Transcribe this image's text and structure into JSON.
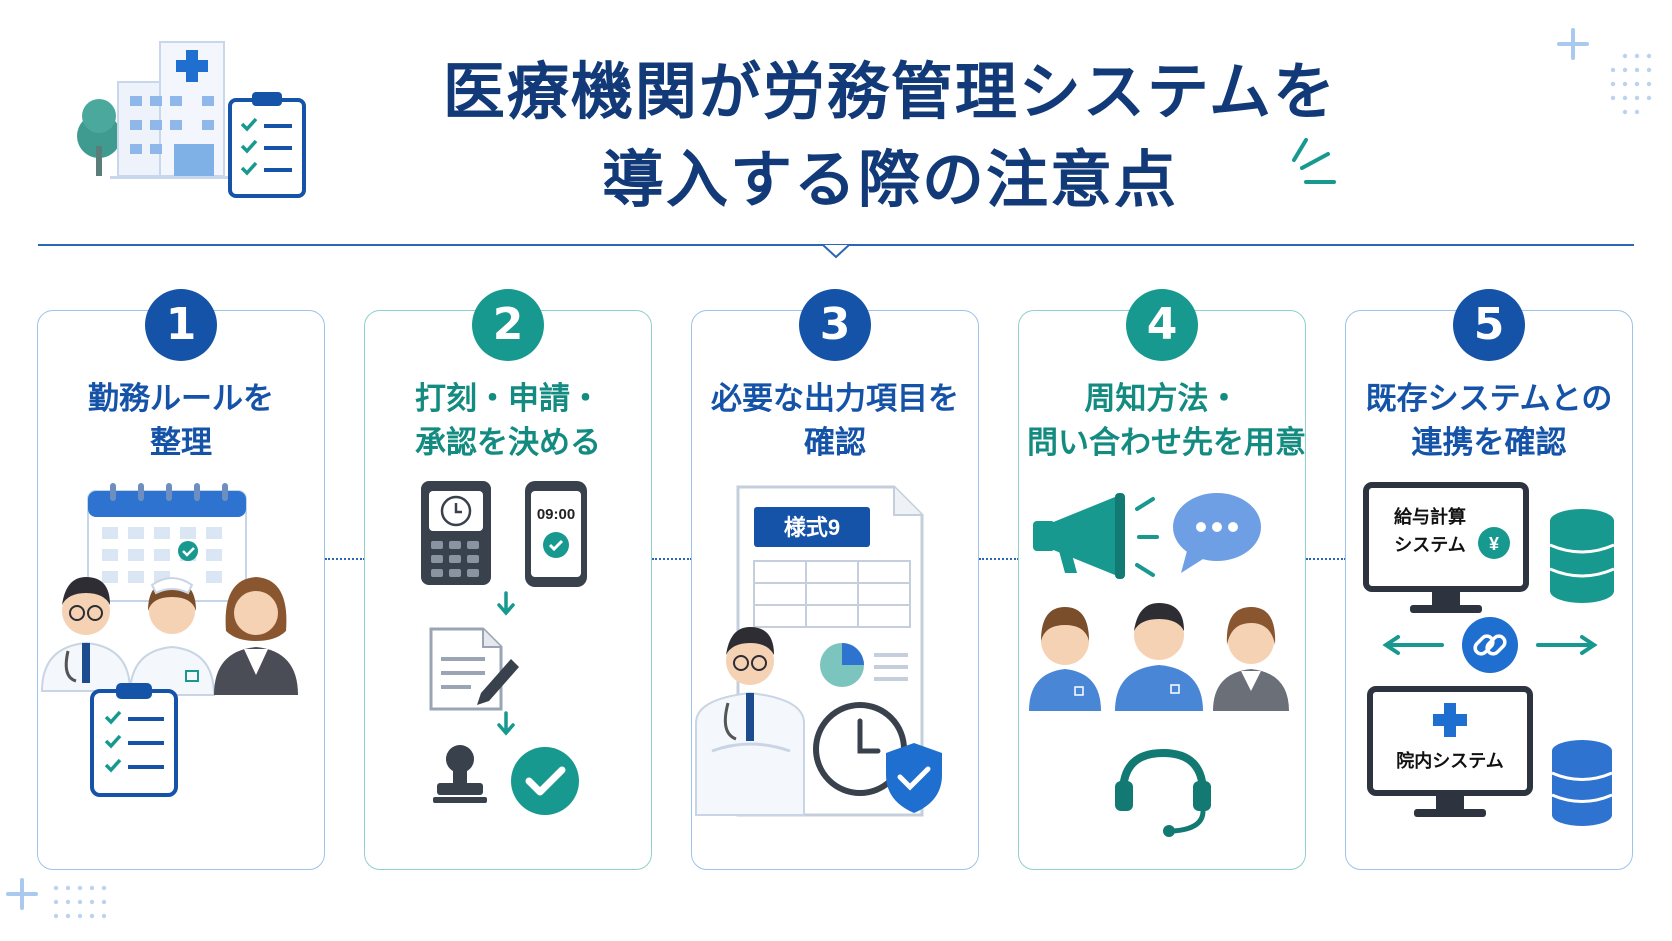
{
  "title": {
    "line1": "医療機関が労務管理システムを",
    "line2": "導入する際の注意点"
  },
  "steps": [
    {
      "number": "1",
      "title_lines": [
        "勤務ルールを",
        "整理"
      ]
    },
    {
      "number": "2",
      "title_lines": [
        "打刻・申請・",
        "承認を決める"
      ],
      "phone_time": "09:00"
    },
    {
      "number": "3",
      "title_lines": [
        "必要な出力項目を",
        "確認"
      ],
      "form_label": "様式9"
    },
    {
      "number": "4",
      "title_lines": [
        "周知方法・",
        "問い合わせ先を用意"
      ]
    },
    {
      "number": "5",
      "title_lines": [
        "既存システムとの",
        "連携を確認"
      ],
      "payroll_label_lines": [
        "給与計算",
        "システム"
      ],
      "currency_symbol": "¥",
      "hospital_system_label": "院内システム"
    }
  ],
  "colors": {
    "navy": "#123a78",
    "blue": "#1553a8",
    "teal": "#17998f",
    "card_border_blue": "#9ec3ea",
    "card_border_teal": "#8fd0c8"
  },
  "icons": [
    "hospital-icon",
    "clipboard-checklist-icon",
    "calendar-icon",
    "time-clock-icon",
    "smartphone-icon",
    "document-pen-icon",
    "stamp-icon",
    "check-circle-icon",
    "spreadsheet-icon",
    "pie-chart-icon",
    "clock-icon",
    "shield-check-icon",
    "megaphone-icon",
    "chat-bubble-icon",
    "headset-icon",
    "monitor-icon",
    "database-icon",
    "link-icon",
    "arrow-icon"
  ]
}
